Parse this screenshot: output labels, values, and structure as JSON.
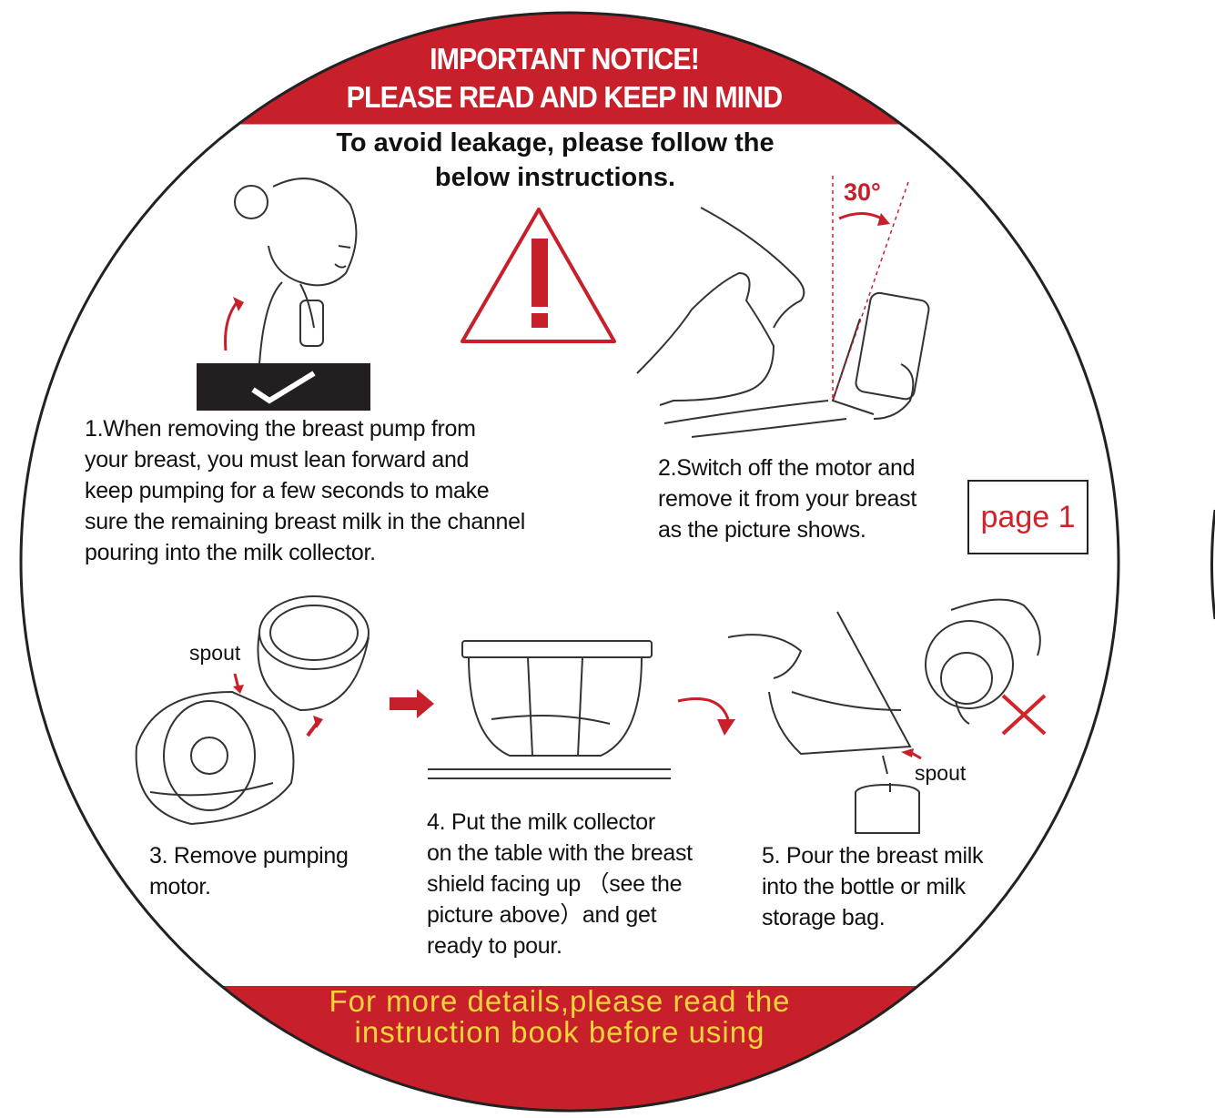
{
  "header": {
    "line1": "IMPORTANT NOTICE!",
    "line2": "PLEASE READ AND KEEP IN MIND"
  },
  "subheading": "To avoid leakage, please follow\nthe below instructions.",
  "angle_label": "30°",
  "steps": [
    {
      "text": "1.When removing the breast pump from\nyour breast, you must lean forward and\nkeep pumping for a few seconds to make\nsure the remaining breast milk in the channel\npouring into the milk collector."
    },
    {
      "text": "2.Switch off the motor and\nremove it from your breast\nas the picture shows."
    },
    {
      "text": "3. Remove pumping\nmotor."
    },
    {
      "text": "4. Put the milk collector\non the table with the breast\nshield facing up （see the\npicture above）and get\nready to pour."
    },
    {
      "text": "5. Pour the breast milk\ninto the bottle or milk\nstorage bag."
    }
  ],
  "labels": {
    "spout_left": "spout",
    "spout_right": "spout"
  },
  "page_label": "page 1",
  "footer": "For more details,please read\nthe instruction book\nbefore using",
  "colors": {
    "red": "#c8202b",
    "yellow": "#f3d43a",
    "ink": "#231f20"
  }
}
